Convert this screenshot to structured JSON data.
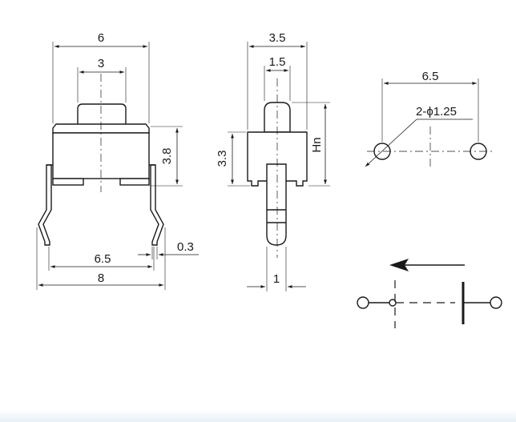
{
  "front_view": {
    "width_total": "6",
    "width_actuator": "3",
    "height_body": "3.8",
    "pin_pitch": "6.5",
    "overall_width": "8",
    "pin_thickness": "0.3"
  },
  "side_view": {
    "depth_total": "3.5",
    "actuator_depth": "1.5",
    "height_body": "3.3",
    "height_actuator": "Hn",
    "pin_width": "1"
  },
  "pcb_layout": {
    "hole_pitch": "6.5",
    "hole_spec": "2-ϕ1.25"
  },
  "colors": {
    "line": "#1a1a1a",
    "background": "#ffffff"
  },
  "icons": [
    "direction-arrow-icon",
    "switch-symbol-icon"
  ]
}
